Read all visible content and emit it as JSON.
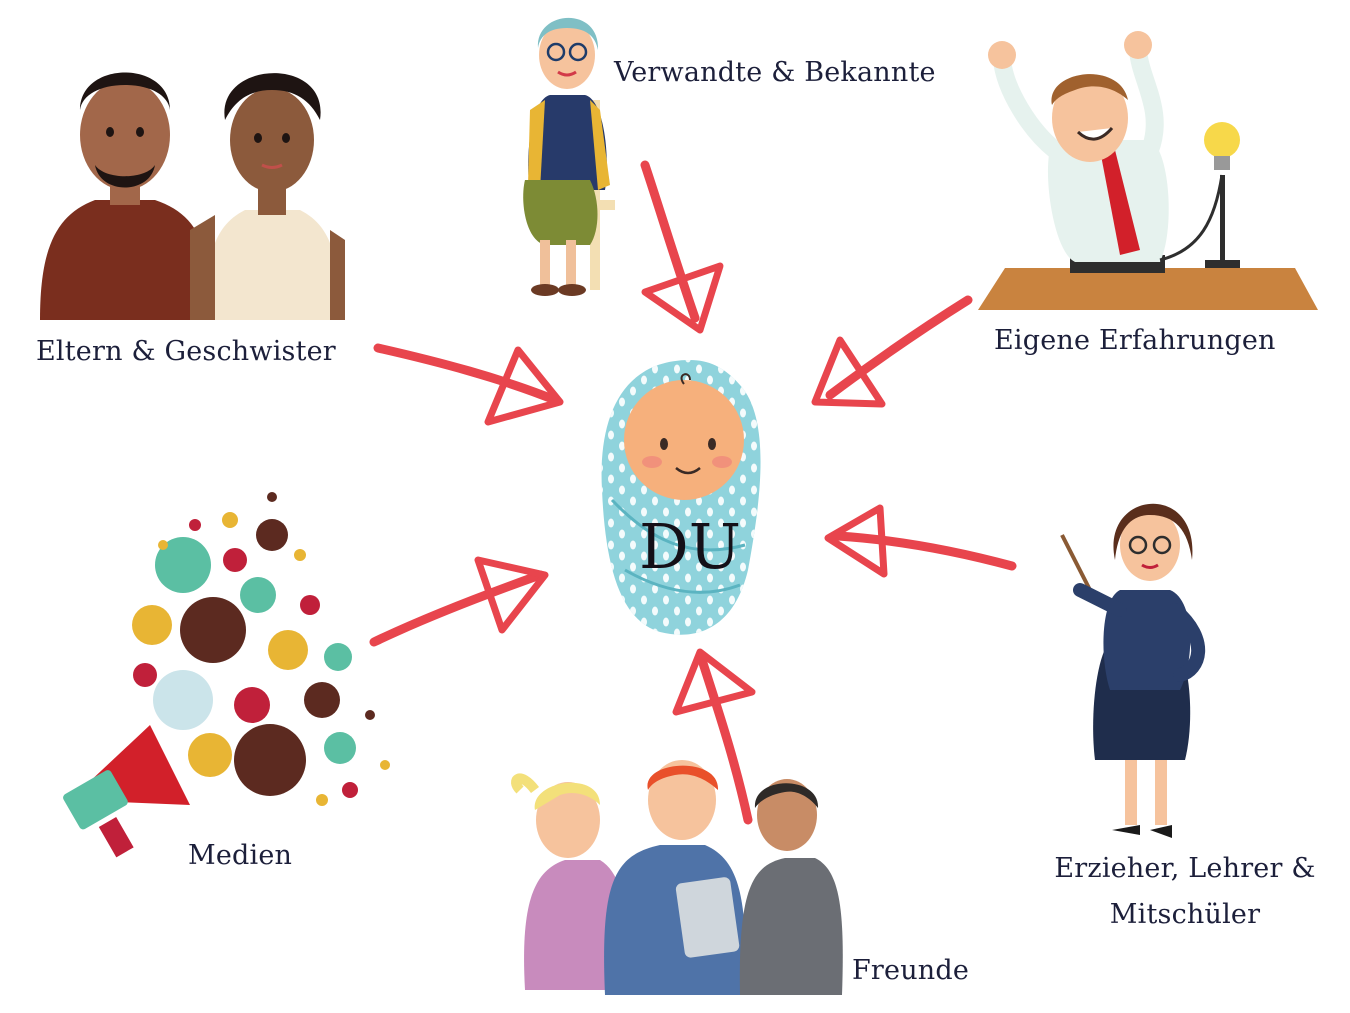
{
  "center": {
    "label": "DU"
  },
  "sources": [
    {
      "id": "eltern",
      "label": "Eltern & Geschwister"
    },
    {
      "id": "verwandte",
      "label": "Verwandte & Bekannte"
    },
    {
      "id": "erfahrungen",
      "label": "Eigene Erfahrungen"
    },
    {
      "id": "medien",
      "label": "Medien"
    },
    {
      "id": "freunde",
      "label": "Freunde"
    },
    {
      "id": "erzieher",
      "label_line1": "Erzieher, Lehrer &",
      "label_line2": "Mitschüler"
    }
  ],
  "colors": {
    "arrow": "#e8454d",
    "text": "#1c1f3a",
    "swaddle": "#8fd3dc",
    "face": "#f6b07c"
  }
}
